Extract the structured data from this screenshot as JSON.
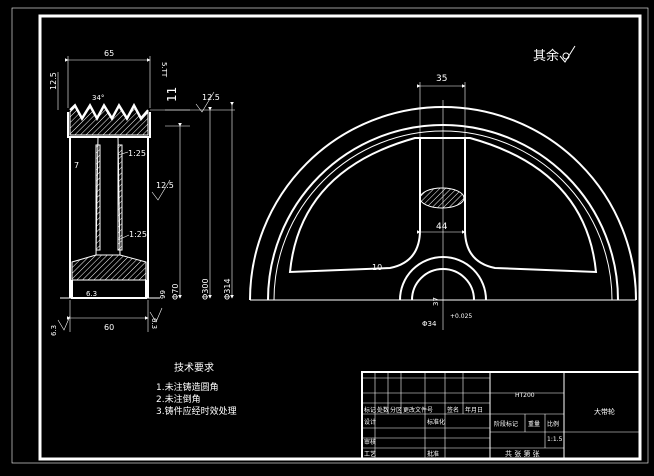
{
  "surface_note": "其余",
  "dimensions": {
    "top_width": "65",
    "top_right_vert": "5.TT",
    "left_vert": "12.5",
    "groove_angle": "34°",
    "right_small": "11",
    "roughness_right": "12.5",
    "taper_top": "1:25",
    "roughness_mid": "12.5",
    "taper_bottom": "1:25",
    "hub_length": "7",
    "bottom_width": "60",
    "bottom_left": "6.3",
    "bottom_right": "6.3",
    "dia_1": "Φ70",
    "dia_2": "Φ300",
    "dia_3": "Φ314",
    "hub_roughness": "6.3",
    "small_tol": "66",
    "front_top_width": "35",
    "front_spoke_width": "44",
    "front_small_1": "10",
    "front_small_2": "37",
    "front_bore": "Φ34",
    "front_tol": "+0.025"
  },
  "tech_requirements": {
    "title": "技术要求",
    "items": [
      "1.未注铸造圆角",
      "2.未注倒角",
      "3.铸件应经时效处理"
    ]
  },
  "title_block": {
    "material": "HT200",
    "part_name": "大带轮",
    "scale_label": "比例",
    "scale_value": "1:1.5",
    "row_labels": [
      "标记",
      "处数",
      "分区",
      "更改文件号",
      "签名",
      "年月日"
    ],
    "design_label": "设计",
    "stdz_label": "标准化",
    "review_label": "审核",
    "craft_label": "工艺",
    "approve_label": "批准",
    "stage_label": "阶段标记",
    "weight_label": "重量",
    "sheet_label": "共 张 第 张"
  }
}
